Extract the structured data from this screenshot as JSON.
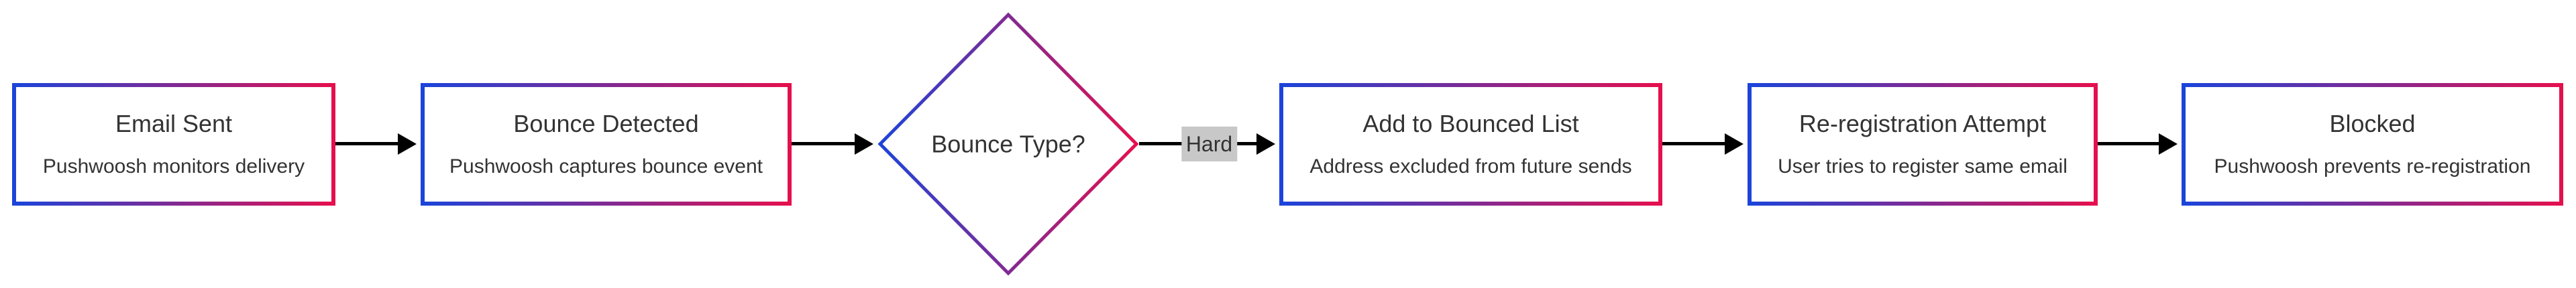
{
  "flowchart": {
    "nodes": {
      "email_sent": {
        "title": "Email Sent",
        "subtitle": "Pushwoosh monitors delivery"
      },
      "bounce_detected": {
        "title": "Bounce Detected",
        "subtitle": "Pushwoosh captures bounce event"
      },
      "bounce_type": {
        "title": "Bounce Type?"
      },
      "add_to_bounced_list": {
        "title": "Add to Bounced List",
        "subtitle": "Address excluded from future sends"
      },
      "re_registration_attempt": {
        "title": "Re-registration Attempt",
        "subtitle": "User tries to register same email"
      },
      "blocked": {
        "title": "Blocked",
        "subtitle": "Pushwoosh prevents re-registration"
      }
    },
    "edge_label_hard": "Hard",
    "colors": {
      "gradient_blue": "#1c44da",
      "gradient_red": "#e4104e",
      "arrow": "#000000",
      "edge_label_bg": "#c8c8c8",
      "text": "#333333",
      "node_fill": "#ffffff",
      "background": "#ffffff"
    }
  }
}
